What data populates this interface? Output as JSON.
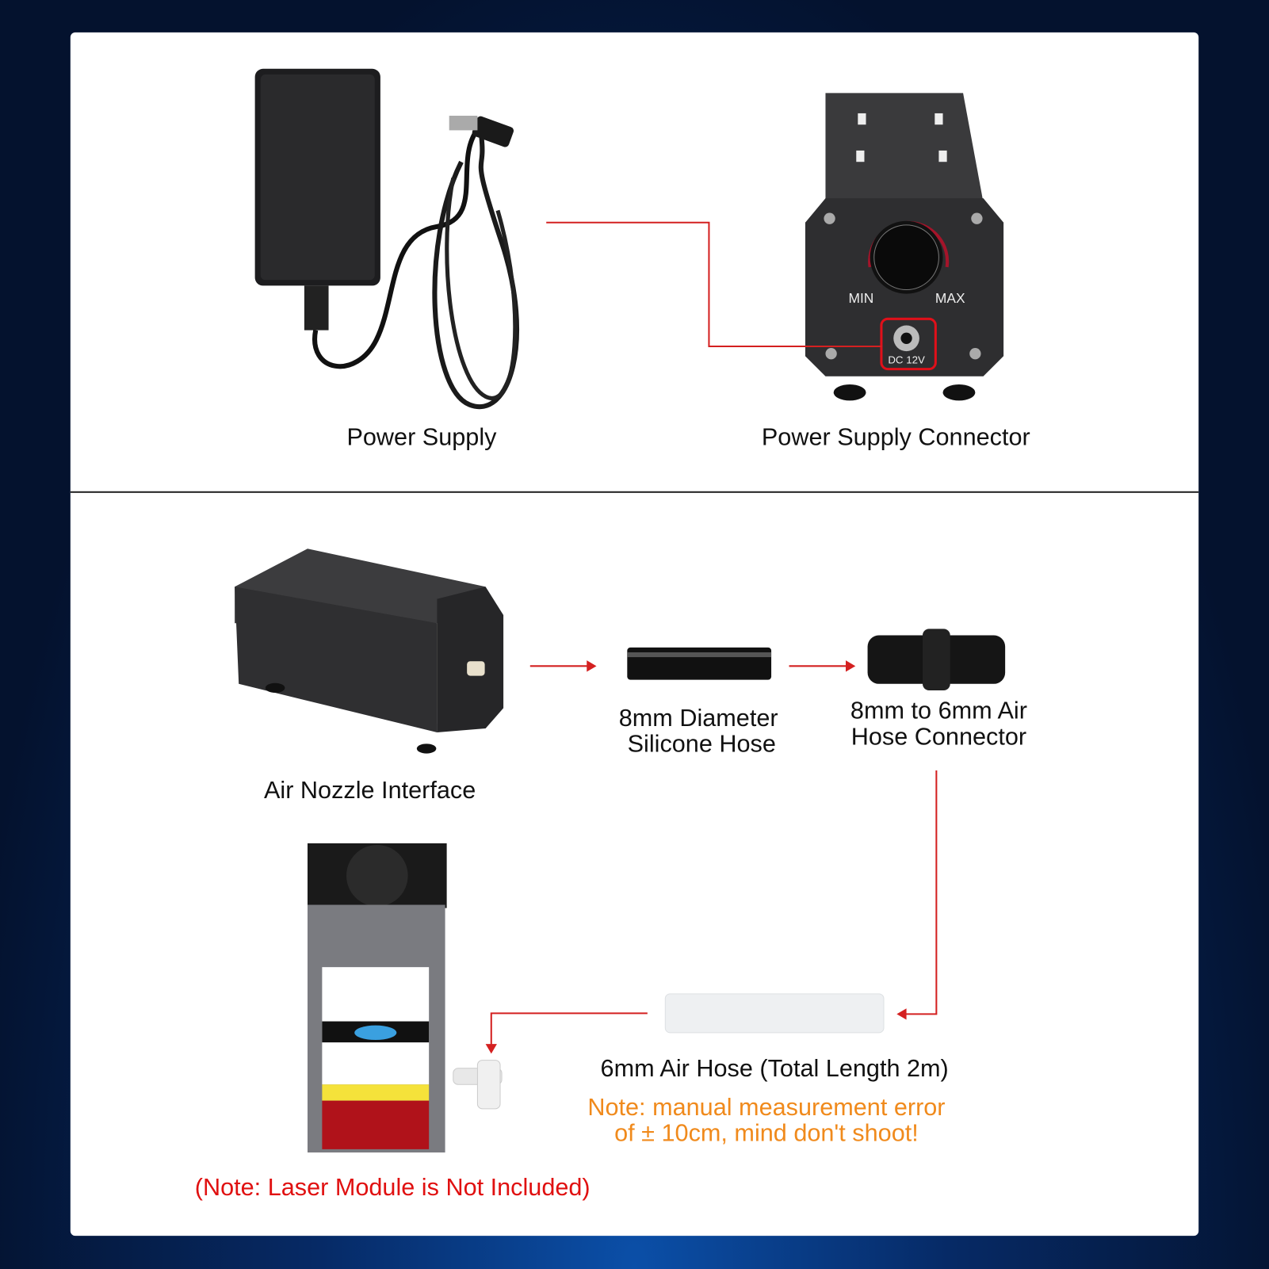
{
  "labels": {
    "power_supply": "Power Supply",
    "power_supply_connector": "Power Supply Connector",
    "air_nozzle_interface": "Air Nozzle Interface",
    "silicone_hose_line1": "8mm Diameter",
    "silicone_hose_line2": "Silicone Hose",
    "hose_connector_line1": "8mm to 6mm Air",
    "hose_connector_line2": "Hose Connector",
    "air_hose": "6mm Air Hose (Total Length 2m)",
    "note_line1": "Note: manual measurement error",
    "note_line2": "of ± 10cm, mind don't shoot!",
    "laser_note": "(Note: Laser Module is Not Included)"
  },
  "device": {
    "min": "MIN",
    "max": "MAX",
    "dc": "DC 12V"
  },
  "colors": {
    "arrow": "#d42020",
    "note": "#f08a1c",
    "warning": "#e01010"
  }
}
